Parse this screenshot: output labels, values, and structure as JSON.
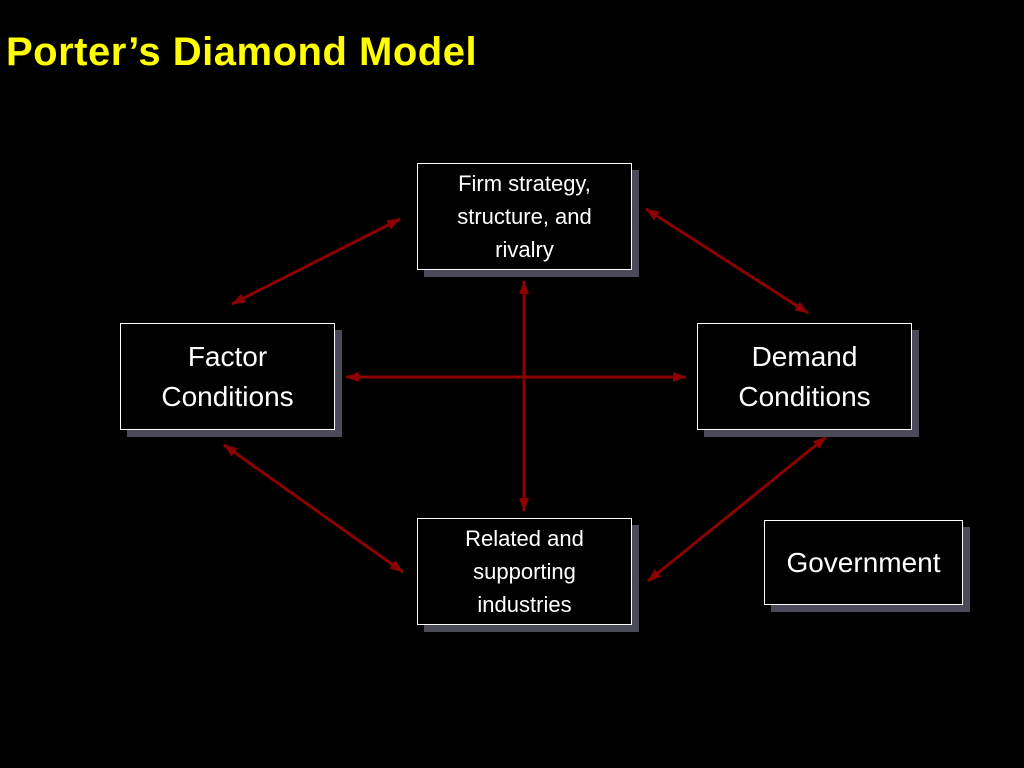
{
  "slide": {
    "title": "Porter’s Diamond Model"
  },
  "diagram": {
    "boxes": {
      "firm": [
        "Firm strategy,",
        "structure, and",
        "rivalry"
      ],
      "factor": [
        "Factor",
        "Conditions"
      ],
      "demand": [
        "Demand",
        "Conditions"
      ],
      "related": [
        "Related and",
        "supporting",
        "industries"
      ],
      "government": [
        "Government"
      ]
    }
  },
  "colors": {
    "background": "#000000",
    "title": "#FFFF00",
    "box_border": "#FFFFFF",
    "box_shadow": "#4A4A58",
    "arrow": "#8B0000"
  }
}
